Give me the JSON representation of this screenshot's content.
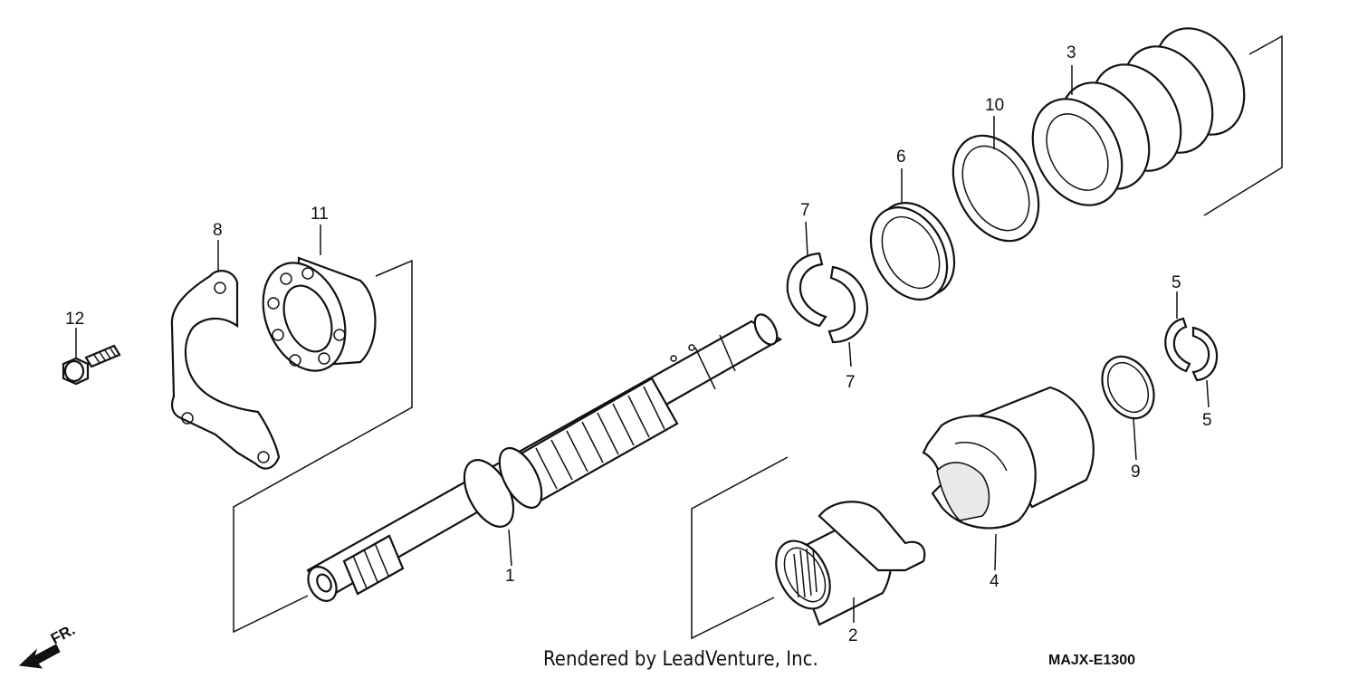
{
  "diagram": {
    "callouts": {
      "c1": "1",
      "c2": "2",
      "c3": "3",
      "c4": "4",
      "c5a": "5",
      "c5b": "5",
      "c6": "6",
      "c7a": "7",
      "c7b": "7",
      "c8": "8",
      "c9": "9",
      "c10": "10",
      "c11": "11",
      "c12": "12"
    },
    "direction_label": "FR.",
    "credit": "Rendered by LeadVenture, Inc.",
    "diagram_code": "MAJX-E1300"
  }
}
